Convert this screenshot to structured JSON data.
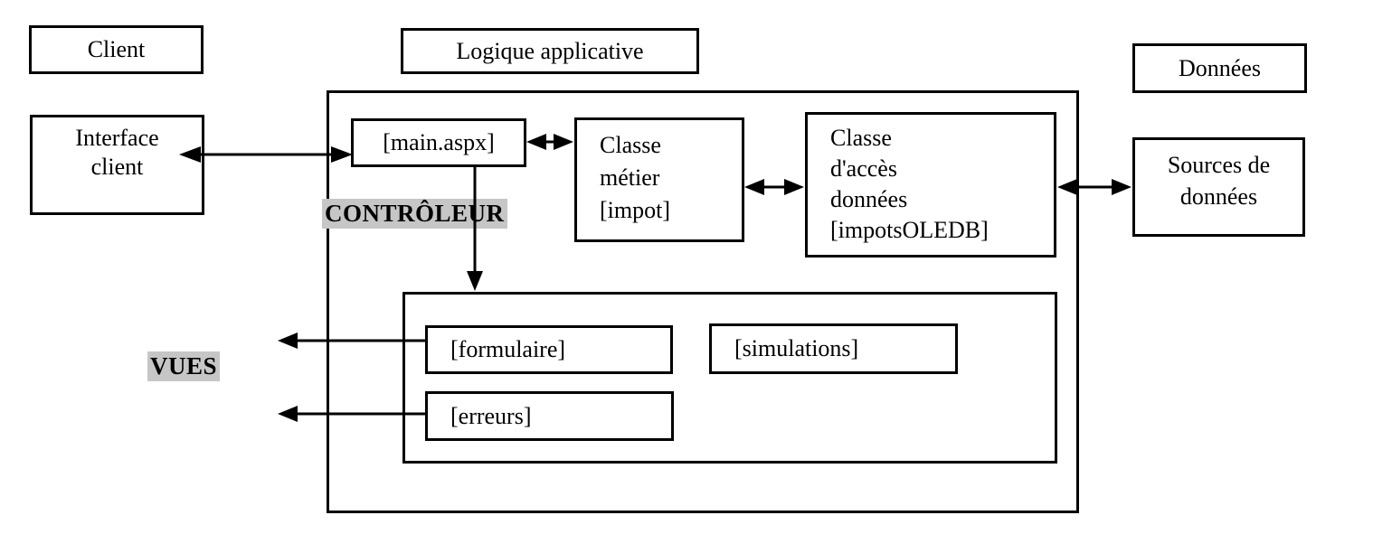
{
  "diagram": {
    "tiers": {
      "client_title": "Client",
      "logic_title": "Logique applicative",
      "data_title": "Données"
    },
    "nodes": {
      "interface_client": {
        "lines": [
          "Interface",
          "client"
        ]
      },
      "main_aspx": {
        "label": "[main.aspx]"
      },
      "classe_metier": {
        "lines": [
          "Classe",
          "métier",
          "[impot]"
        ]
      },
      "classe_acces": {
        "lines": [
          "Classe",
          "d'accès",
          "données",
          "[impotsOLEDB]"
        ]
      },
      "sources_donnees": {
        "lines": [
          "Sources de",
          "données"
        ]
      },
      "formulaire": {
        "label": "[formulaire]"
      },
      "simulations": {
        "label": "[simulations]"
      },
      "erreurs": {
        "label": "[erreurs]"
      }
    },
    "labels": {
      "controleur": "CONTRÔLEUR",
      "vues": "VUES"
    },
    "colors": {
      "line": "#000000",
      "background": "#ffffff",
      "label_highlight": "#c6c6c6"
    },
    "connections": [
      {
        "from": "interface_client",
        "to": "main_aspx",
        "type": "bidirectional"
      },
      {
        "from": "main_aspx",
        "to": "classe_metier",
        "type": "bidirectional"
      },
      {
        "from": "classe_metier",
        "to": "classe_acces",
        "type": "bidirectional"
      },
      {
        "from": "classe_acces",
        "to": "sources_donnees",
        "type": "bidirectional"
      },
      {
        "from": "main_aspx",
        "to": "views_container",
        "type": "one-way-down"
      },
      {
        "from": "formulaire",
        "to": "outside-left",
        "type": "one-way-left"
      },
      {
        "from": "erreurs",
        "to": "outside-left",
        "type": "one-way-left"
      }
    ]
  }
}
